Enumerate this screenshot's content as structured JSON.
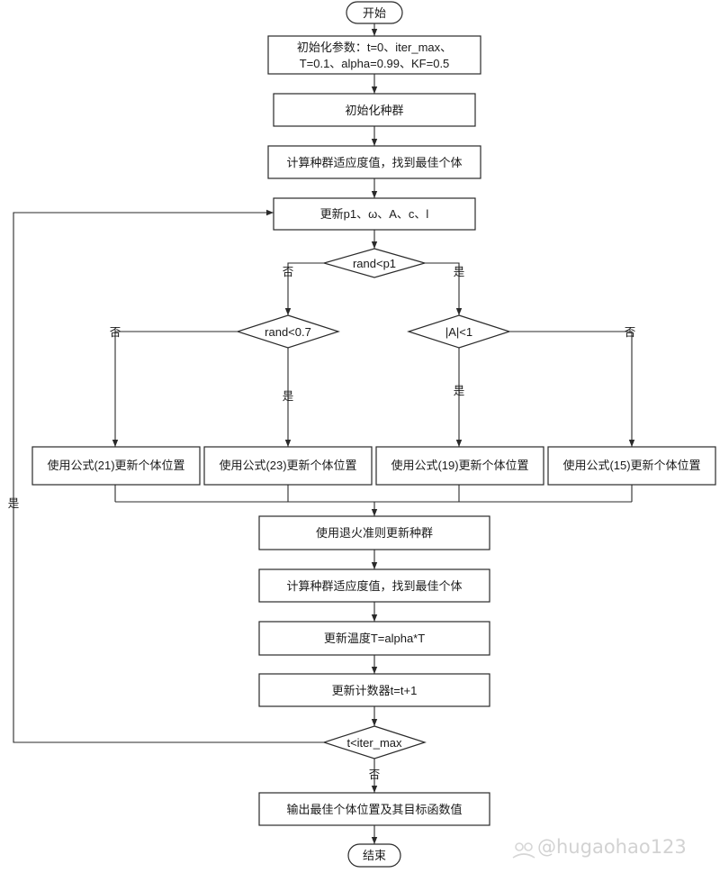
{
  "nodes": {
    "start": "开始",
    "init_params_line1": "初始化参数：t=0、iter_max、",
    "init_params_line2": "T=0.1、alpha=0.99、KF=0.5",
    "init_population": "初始化种群",
    "compute_fitness_1": "计算种群适应度值，找到最佳个体",
    "update_params": "更新p1、ω、A、c、l",
    "decision_rand_p1": "rand<p1",
    "decision_rand_07": "rand<0.7",
    "decision_abs_a": "|A|<1",
    "formula_21": "使用公式(21)更新个体位置",
    "formula_23": "使用公式(23)更新个体位置",
    "formula_19": "使用公式(19)更新个体位置",
    "formula_15": "使用公式(15)更新个体位置",
    "annealing": "使用退火准则更新种群",
    "compute_fitness_2": "计算种群适应度值，找到最佳个体",
    "update_temperature": "更新温度T=alpha*T",
    "update_counter": "更新计数器t=t+1",
    "decision_iter": "t<iter_max",
    "output_result": "输出最佳个体位置及其目标函数值",
    "end": "结束"
  },
  "edge_labels": {
    "p1_no": "否",
    "p1_yes": "是",
    "r07_no": "否",
    "r07_yes": "是",
    "absA_yes": "是",
    "absA_no": "否",
    "loop_yes": "是",
    "iter_no": "否"
  },
  "watermark": "@hugaohao123"
}
